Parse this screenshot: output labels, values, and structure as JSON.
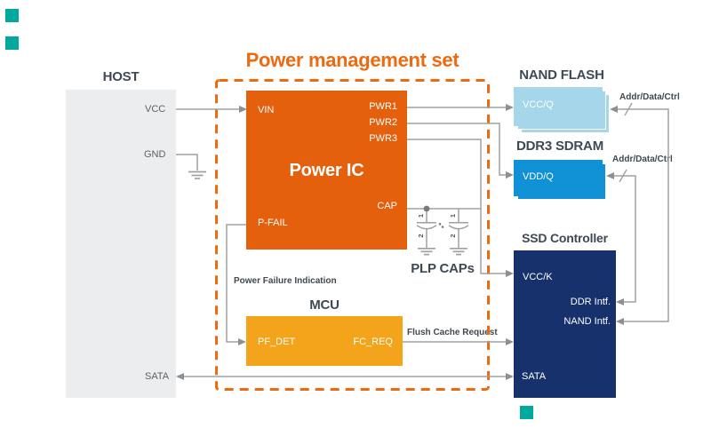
{
  "title": "Power management set",
  "host": {
    "heading": "HOST",
    "pins": {
      "vcc": "VCC",
      "gnd": "GND",
      "sata": "SATA"
    }
  },
  "power_ic": {
    "label": "Power IC",
    "pins": {
      "vin": "VIN",
      "pwr1": "PWR1",
      "pwr2": "PWR2",
      "pwr3": "PWR3",
      "cap": "CAP",
      "pfail": "P-FAIL"
    }
  },
  "mcu": {
    "heading": "MCU",
    "pins": {
      "pf_det": "PF_DET",
      "fc_req": "FC_REQ"
    }
  },
  "plp_caps": {
    "heading": "PLP CAPs",
    "terminal_top": "1",
    "terminal_bottom": "2"
  },
  "nand": {
    "heading": "NAND FLASH",
    "pin": "VCC/Q",
    "bus_label": "Addr/Data/Ctrl"
  },
  "ddr": {
    "heading": "DDR3 SDRAM",
    "pin": "VDD/Q",
    "bus_label": "Addr/Data/Ctrl"
  },
  "ssd": {
    "heading": "SSD Controller",
    "pins": {
      "vcck": "VCC/K",
      "ddr_intf": "DDR Intf.",
      "nand_intf": "NAND Intf.",
      "sata": "SATA"
    }
  },
  "annotations": {
    "power_failure": "Power Failure Indication",
    "flush_cache": "Flush Cache Request"
  },
  "colors": {
    "accent_orange": "#ED6A0F",
    "power_ic_orange": "#E5600D",
    "mcu_amber": "#F4A41B",
    "nand_light_blue": "#A5D6EA",
    "ddr_blue": "#1090D5",
    "ssd_navy": "#16316C",
    "host_gray": "#ECEDEE",
    "line_gray": "#9DA1A4",
    "heading_slate": "#3E4956",
    "decor_teal": "#00A99D"
  }
}
